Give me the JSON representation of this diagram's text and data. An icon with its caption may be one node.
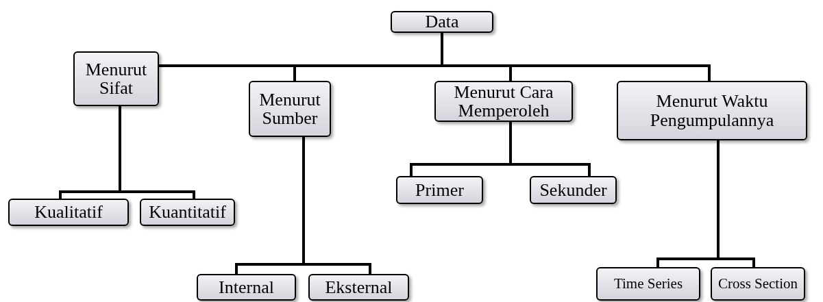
{
  "diagram": {
    "nodes": [
      {
        "text": [
          "Data"
        ]
      },
      {
        "text": [
          "Menurut Sifat"
        ]
      },
      {
        "text": [
          "Menurut Sumber"
        ]
      },
      {
        "text": [
          "Menurut Cara Memperoleh"
        ]
      },
      {
        "text": [
          "Menurut Waktu Pengumpulannya"
        ]
      },
      {
        "text": [
          "Kualitatif"
        ]
      },
      {
        "text": [
          "Kuantitatif"
        ]
      },
      {
        "text": [
          "Internal"
        ]
      },
      {
        "text": [
          "Eksternal"
        ]
      },
      {
        "text": [
          "Primer"
        ]
      },
      {
        "text": [
          "Sekunder"
        ]
      },
      {
        "text": [
          "Time Series"
        ]
      },
      {
        "text": [
          "Cross Section"
        ]
      }
    ],
    "edges": [
      {
        "from": 0,
        "to": 1,
        "arrow": "none"
      },
      {
        "from": 0,
        "to": 2,
        "arrow": "none"
      },
      {
        "from": 0,
        "to": 3,
        "arrow": "none"
      },
      {
        "from": 0,
        "to": 4,
        "arrow": "none"
      },
      {
        "from": 1,
        "to": 5,
        "arrow": "none"
      },
      {
        "from": 1,
        "to": 6,
        "arrow": "none"
      },
      {
        "from": 2,
        "to": 7,
        "arrow": "none"
      },
      {
        "from": 2,
        "to": 8,
        "arrow": "none"
      },
      {
        "from": 3,
        "to": 9,
        "arrow": "none"
      },
      {
        "from": 3,
        "to": 10,
        "arrow": "none"
      },
      {
        "from": 4,
        "to": 11,
        "arrow": "none"
      },
      {
        "from": 4,
        "to": 12,
        "arrow": "none"
      }
    ]
  }
}
